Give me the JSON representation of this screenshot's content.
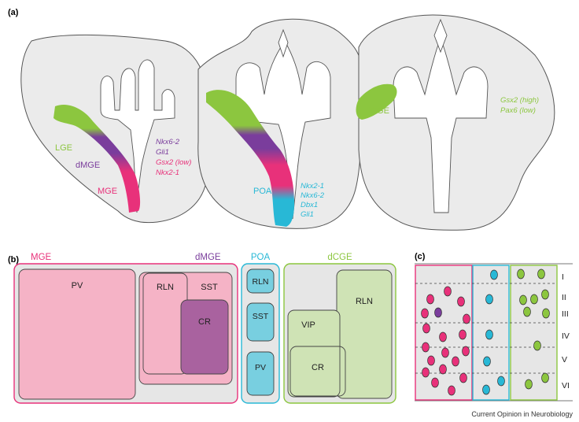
{
  "panel_a": {
    "label": "(a)",
    "regions": {
      "lge": "LGE",
      "dmge": "dMGE",
      "mge": "MGE",
      "poa": "POA",
      "dcge": "dCGE"
    },
    "genes_mge": [
      "Nkx6-2",
      "Gli1",
      "Gsx2 (low)",
      "Nkx2-1"
    ],
    "genes_poa": [
      "Nkx2-1",
      "Nkx6-2",
      "Dbx1",
      "Gli1"
    ],
    "genes_cge": [
      "Gsx2 (high)",
      "Pax6 (low)"
    ]
  },
  "panel_b": {
    "label": "(b)",
    "headers": {
      "mge": "MGE",
      "dmge": "dMGE",
      "poa": "POA",
      "dcge": "dCGE"
    },
    "mge_boxes": {
      "pv": "PV",
      "rln": "RLN",
      "sst": "SST",
      "cr": "CR"
    },
    "poa_boxes": {
      "rln": "RLN",
      "sst": "SST",
      "pv": "PV"
    },
    "cge_boxes": {
      "vip": "VIP",
      "cr": "CR",
      "rln": "RLN"
    }
  },
  "panel_c": {
    "label": "(c)",
    "layers": [
      "I",
      "II",
      "III",
      "IV",
      "V",
      "VI"
    ]
  },
  "credit": "Current Opinion in Neurobiology",
  "colors": {
    "mge": "#e8317a",
    "dmge": "#7a3d9c",
    "lge": "#8cc63f",
    "poa": "#28b8d6",
    "mge_box": "#f5b3c6",
    "cr_box": "#a9629f",
    "poa_box": "#78cfe0",
    "cge_box": "#cfe3b5",
    "panel_bg": "#e6e6e6"
  }
}
